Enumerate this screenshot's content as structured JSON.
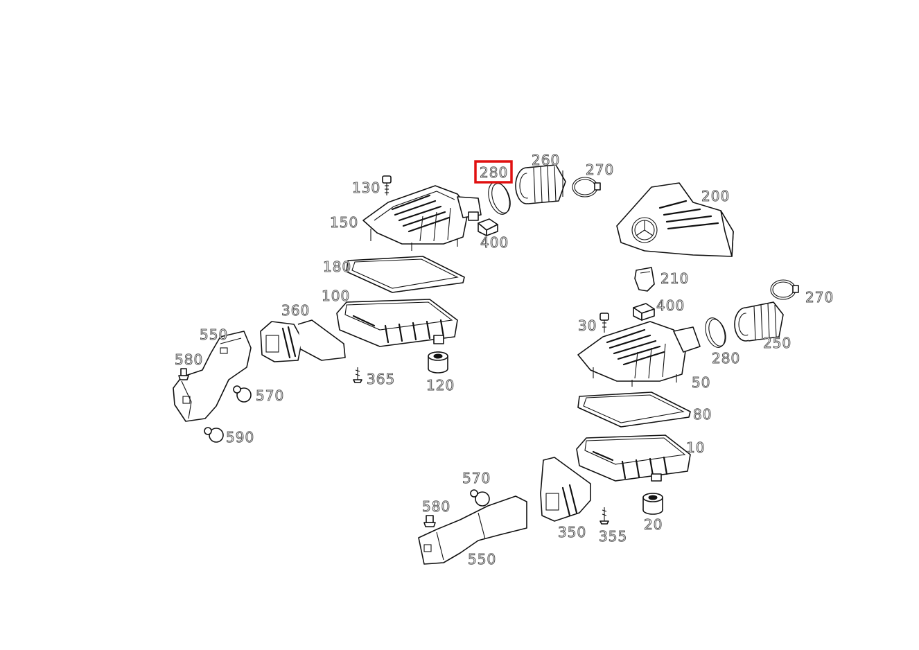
{
  "highlight_color": "#e01010",
  "line_color": "#111111",
  "highlighted_part": "280",
  "labels": {
    "l280a": "280",
    "l260a": "260",
    "l270a": "270",
    "l200": "200",
    "l130": "130",
    "l150": "150",
    "l400a": "400",
    "l180": "180",
    "l100": "100",
    "l210": "210",
    "l400b": "400",
    "l270b": "270",
    "l360": "360",
    "l550a": "550",
    "l580a": "580",
    "l570a": "570",
    "l590": "590",
    "l365": "365",
    "l120": "120",
    "l30": "30",
    "l280b": "280",
    "l250": "250",
    "l50": "50",
    "l80": "80",
    "l10": "10",
    "l570b": "570",
    "l580b": "580",
    "l350": "350",
    "l355": "355",
    "l20": "20",
    "l550b": "550"
  }
}
